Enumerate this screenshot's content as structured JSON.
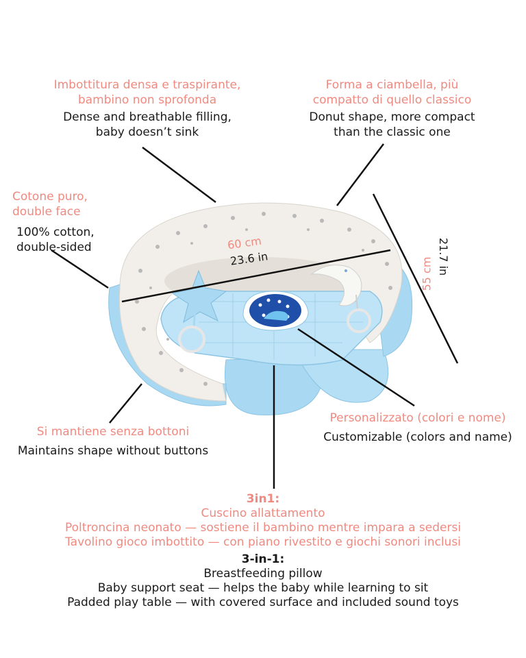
{
  "colors": {
    "italian_text": "#f08a80",
    "english_text": "#1a1a1a",
    "pillow_blue": "#a9d8f2",
    "pillow_white": "#f2efea",
    "stars": "#b9b9b9"
  },
  "features": {
    "filling": {
      "it_1": "Imbottitura densa e traspirante,",
      "it_2": "bambino non sprofonda",
      "en_1": "Dense and breathable filling,",
      "en_2": "baby doesn’t sink"
    },
    "shape": {
      "it_1": "Forma a ciambella, più",
      "it_2": "compatto di quello classico",
      "en_1": "Donut shape, more compact",
      "en_2": "than the classic one"
    },
    "cotton": {
      "it_1": "Cotone puro,",
      "it_2": "double face",
      "en_1": "100% cotton,",
      "en_2": "double-sided"
    },
    "buttons": {
      "it": "Si mantiene senza bottoni",
      "en": "Maintains shape without buttons"
    },
    "custom": {
      "it": "Personalizzato (colori e nome)",
      "en": "Customizable (colors and name)"
    },
    "three_in_one": {
      "it_title": "3in1:",
      "it_1": "Cuscino allattamento",
      "it_2": "Poltroncina neonato — sostiene il bambino mentre impara a sedersi",
      "it_3": "Tavolino gioco imbottito — con piano rivestito e giochi sonori inclusi",
      "en_title": "3-in-1:",
      "en_1": "Breastfeeding pillow",
      "en_2": "Baby support seat — helps the baby while learning to sit",
      "en_3": "Padded play table — with covered surface and included sound toys"
    }
  },
  "dimensions": {
    "width_cm": "60 cm",
    "width_in": "23.6 in",
    "depth_cm": "55 cm",
    "depth_in": "21.7 in"
  },
  "icons": [
    "star-toy-icon",
    "moon-toy-icon",
    "whale-applique-icon",
    "teether-ring-icon"
  ]
}
